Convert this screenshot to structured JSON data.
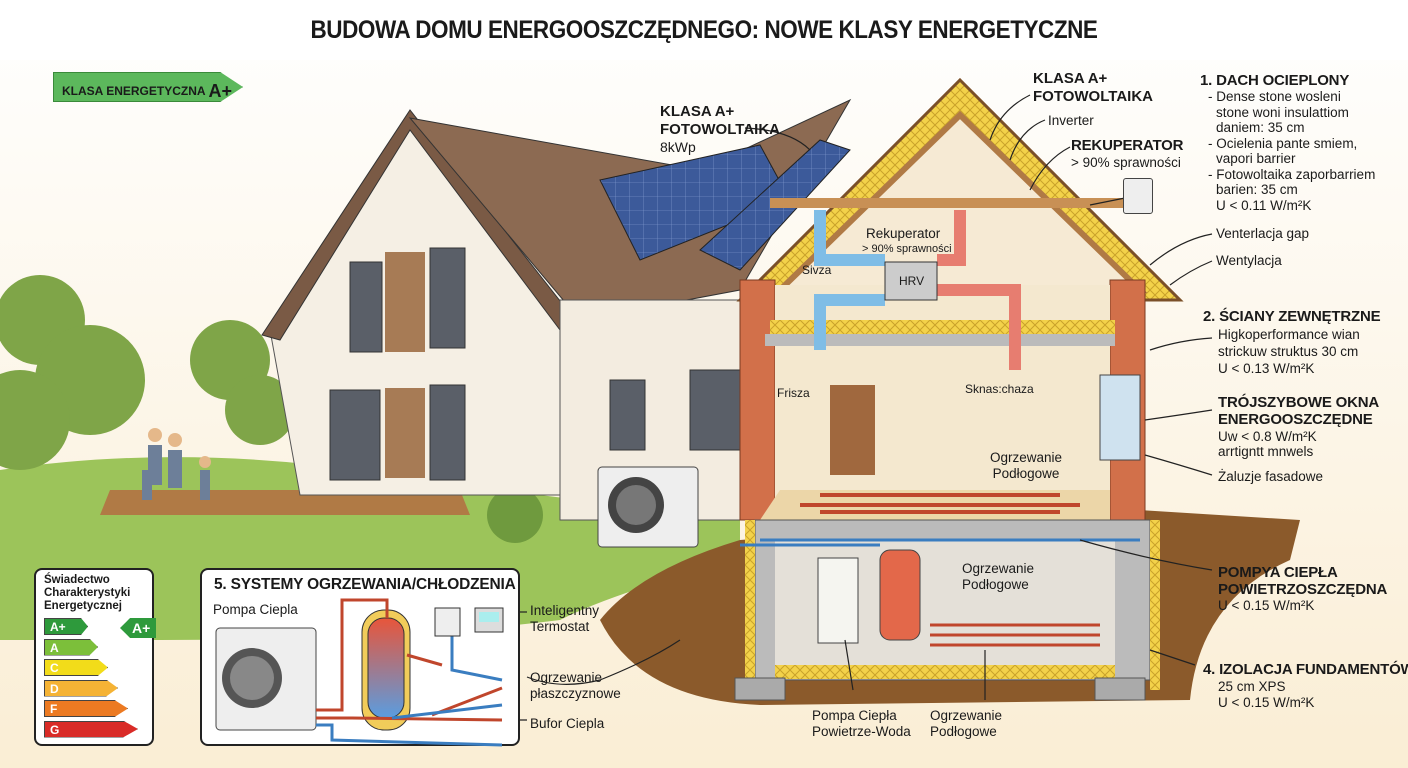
{
  "title": "BUDOWA DOMU ENERGOOSZCZĘDNEGO: NOWE KLASY ENERGETYCZNE",
  "badge": {
    "label": "KLASA ENERGETYCZNA",
    "class": "A+"
  },
  "roof_pv": {
    "l1": "KLASA A+",
    "l2": "FOTOWOLTAIKA",
    "l3": "8kWp"
  },
  "top_pv": {
    "l1": "KLASA A+",
    "l2": "FOTOWOLTAIKA"
  },
  "inverter": "Inverter",
  "rekuperator": {
    "title": "REKUPERATOR",
    "sub": "> 90% sprawności"
  },
  "hrv": {
    "title": "Rekuperator",
    "sub": "> 90% sprawności",
    "box": "HRV",
    "in": "Sivza",
    "fresh": "Frisza",
    "exhaust": "Sknas:chaza"
  },
  "dach": {
    "title": "1. DACH OCIEPLONY",
    "lines": [
      "- Dense stone wosleni",
      "stone woni insulattiom",
      "daniem: 35 cm",
      "- Ocielenia pante smiem,",
      "vapori barrier",
      "- Fotowoltaika zaporbarriem",
      "barien: 35 cm",
      "U < 0.11 W/m²K"
    ]
  },
  "vent_gap": "Venterlacja gap",
  "vent": "Wentylacja",
  "sciany": {
    "title": "2. ŚCIANY ZEWNĘTRZNE",
    "lines": [
      "Higkoperformance wian",
      "strickuw struktus 30 cm",
      "U < 0.13 W/m²K"
    ]
  },
  "okna": {
    "l1": "TRÓJSZYBOWE OKNA",
    "l2": "ENERGOOSZCZĘDNE",
    "l3": "Uw < 0.8 W/m²K",
    "l4": "arrtigntt mnwels"
  },
  "zaluzje": "Żaluzje fasadowe",
  "pompa_right": {
    "l1": "POMPYA CIEPŁA",
    "l2": "POWIETRZOSZCZĘDNA",
    "l3": "U < 0.15 W/m²K"
  },
  "fund": {
    "title": "4. IZOLACJA FUNDAMENTÓW",
    "l1": "25 cm XPS",
    "l2": "U < 0.15 W/m²K"
  },
  "floor1": {
    "l1": "Ogrzewanie",
    "l2": "Podłogowe"
  },
  "floor2": {
    "l1": "Ogrzewanie",
    "l2": "Podłogowe"
  },
  "floor3": {
    "l1": "Ogrzewanie",
    "l2": "Podłogowe"
  },
  "pompa_bottom": {
    "l1": "Pompa Ciepła",
    "l2": "Powietrze-Woda"
  },
  "systems": {
    "title": "5. SYSTEMY OGRZEWANIA/CHŁODZENIA",
    "pump": "Pompa Ciepla",
    "thermo1": "Inteligentny",
    "thermo2": "Termostat",
    "floor1": "Ogrzewanie",
    "floor2": "płaszczyznowe",
    "buffer": "Bufor Ciepla"
  },
  "cert": {
    "title": [
      "Świadectwo",
      "Charakterystyki",
      "Energetycznej"
    ],
    "current": "A+",
    "classes": [
      {
        "label": "A+",
        "color": "#2e9a3c"
      },
      {
        "label": "A",
        "color": "#7cbf3a"
      },
      {
        "label": "C",
        "color": "#f2dc1a"
      },
      {
        "label": "D",
        "color": "#f5b335"
      },
      {
        "label": "F",
        "color": "#ec7a22"
      },
      {
        "label": "G",
        "color": "#d92b27"
      }
    ]
  }
}
